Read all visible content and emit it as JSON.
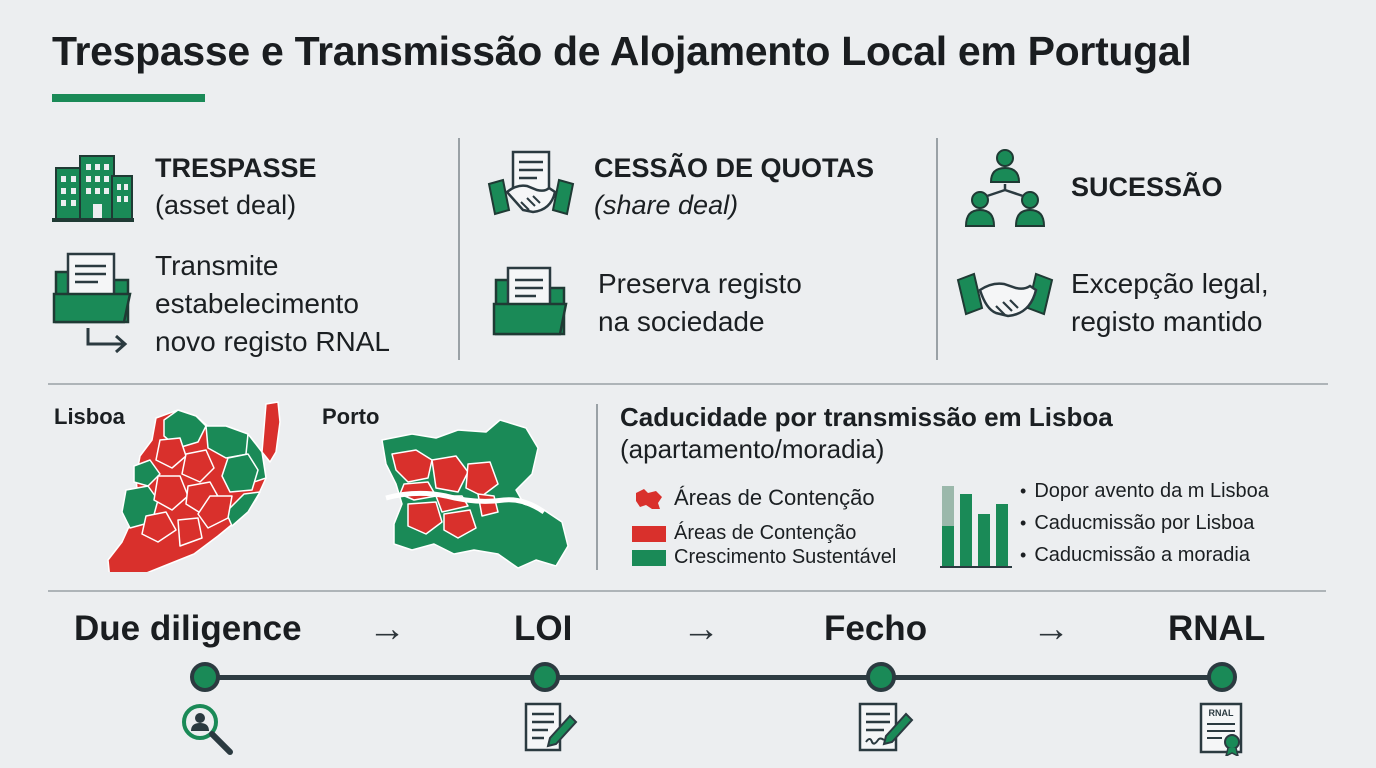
{
  "title": "Trespasse e Transmissão de Alojamento Local em Portugal",
  "columns": [
    {
      "title": "TRESPASSE",
      "subtitle": "(asset deal)",
      "desc": [
        "Transmite",
        "estabelecimento",
        "novo registo RNAL"
      ],
      "icon_top": "office-building-icon",
      "icon_bottom": "folder-document-icon"
    },
    {
      "title": "CESSÃO DE QUOTAS",
      "subtitle": "(share deal)",
      "desc": [
        "Preserva registo",
        "na sociedade"
      ],
      "icon_top": "handshake-document-icon",
      "icon_bottom": "folder-document-icon"
    },
    {
      "title": "SUCESSÃO",
      "subtitle": "",
      "desc": [
        "Excepção legal,",
        "registo mantido"
      ],
      "icon_top": "people-hierarchy-icon",
      "icon_bottom": "handshake-icon"
    }
  ],
  "maps": {
    "lisboa": "Lisboa",
    "porto": "Porto"
  },
  "caducidade": {
    "title": "Caducidade por transmissão em Lisboa",
    "subtitle": "(apartamento/moradia)",
    "legend": [
      "Áreas de Contenção",
      "Áreas de Contenção",
      "Crescimento Sustentável"
    ],
    "bullets": [
      "Dopor avento da m Lisboa",
      "Caducmissão por  Lisboa",
      "Caducmissão a  moradia"
    ]
  },
  "timeline": {
    "steps": [
      {
        "label": "Due diligence",
        "icon": "search-person-icon"
      },
      {
        "label": "LOI",
        "icon": "document-sign-icon"
      },
      {
        "label": "Fecho",
        "icon": "contract-sign-icon"
      },
      {
        "label": "RNAL",
        "icon": "certificate-icon"
      }
    ],
    "arrow": "→",
    "rnal_badge": "RNAL"
  },
  "colors": {
    "green": "#1a8a57",
    "red": "#d9302c",
    "dark": "#2b3a40",
    "background": "#eceef0"
  }
}
